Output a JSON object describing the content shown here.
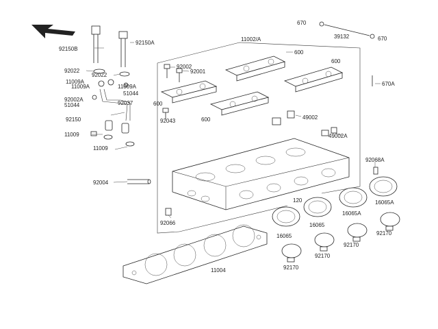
{
  "labels": {
    "l92150B": "92150B",
    "l92150A": "92150A",
    "l92022a": "92022",
    "l92022b": "92022",
    "l11009A1": "11009A",
    "l11009A2": "11009A",
    "l11009A3": "11009A",
    "l51044a": "51044",
    "l92002A": "92002A",
    "l51044b": "51044",
    "l92037": "92037",
    "l92150": "92150",
    "l11009a": "11009",
    "l11009b": "11009",
    "l92004": "92004",
    "l92066": "92066",
    "l92002": "92002",
    "l92001": "92001",
    "l600a": "600",
    "l92043": "92043",
    "l600b": "600",
    "l11002A": "11002/A",
    "l600c": "600",
    "l600d": "600",
    "l670a": "670",
    "l39132": "39132",
    "l670b": "670",
    "l670A": "670A",
    "l49002": "49002",
    "l49002A": "49002A",
    "l92068A": "92068A",
    "l16065A1": "16065A",
    "l120": "120",
    "l16065A2": "16065A",
    "l16065a": "16065",
    "l16065b": "16065",
    "l92170a": "92170",
    "l92170b": "92170",
    "l92170c": "92170",
    "l92170d": "92170",
    "l11004": "11004"
  },
  "icons": {
    "front_arrow": "arrow-up-left-icon"
  },
  "colors": {
    "ink": "#222222",
    "background": "#ffffff"
  }
}
